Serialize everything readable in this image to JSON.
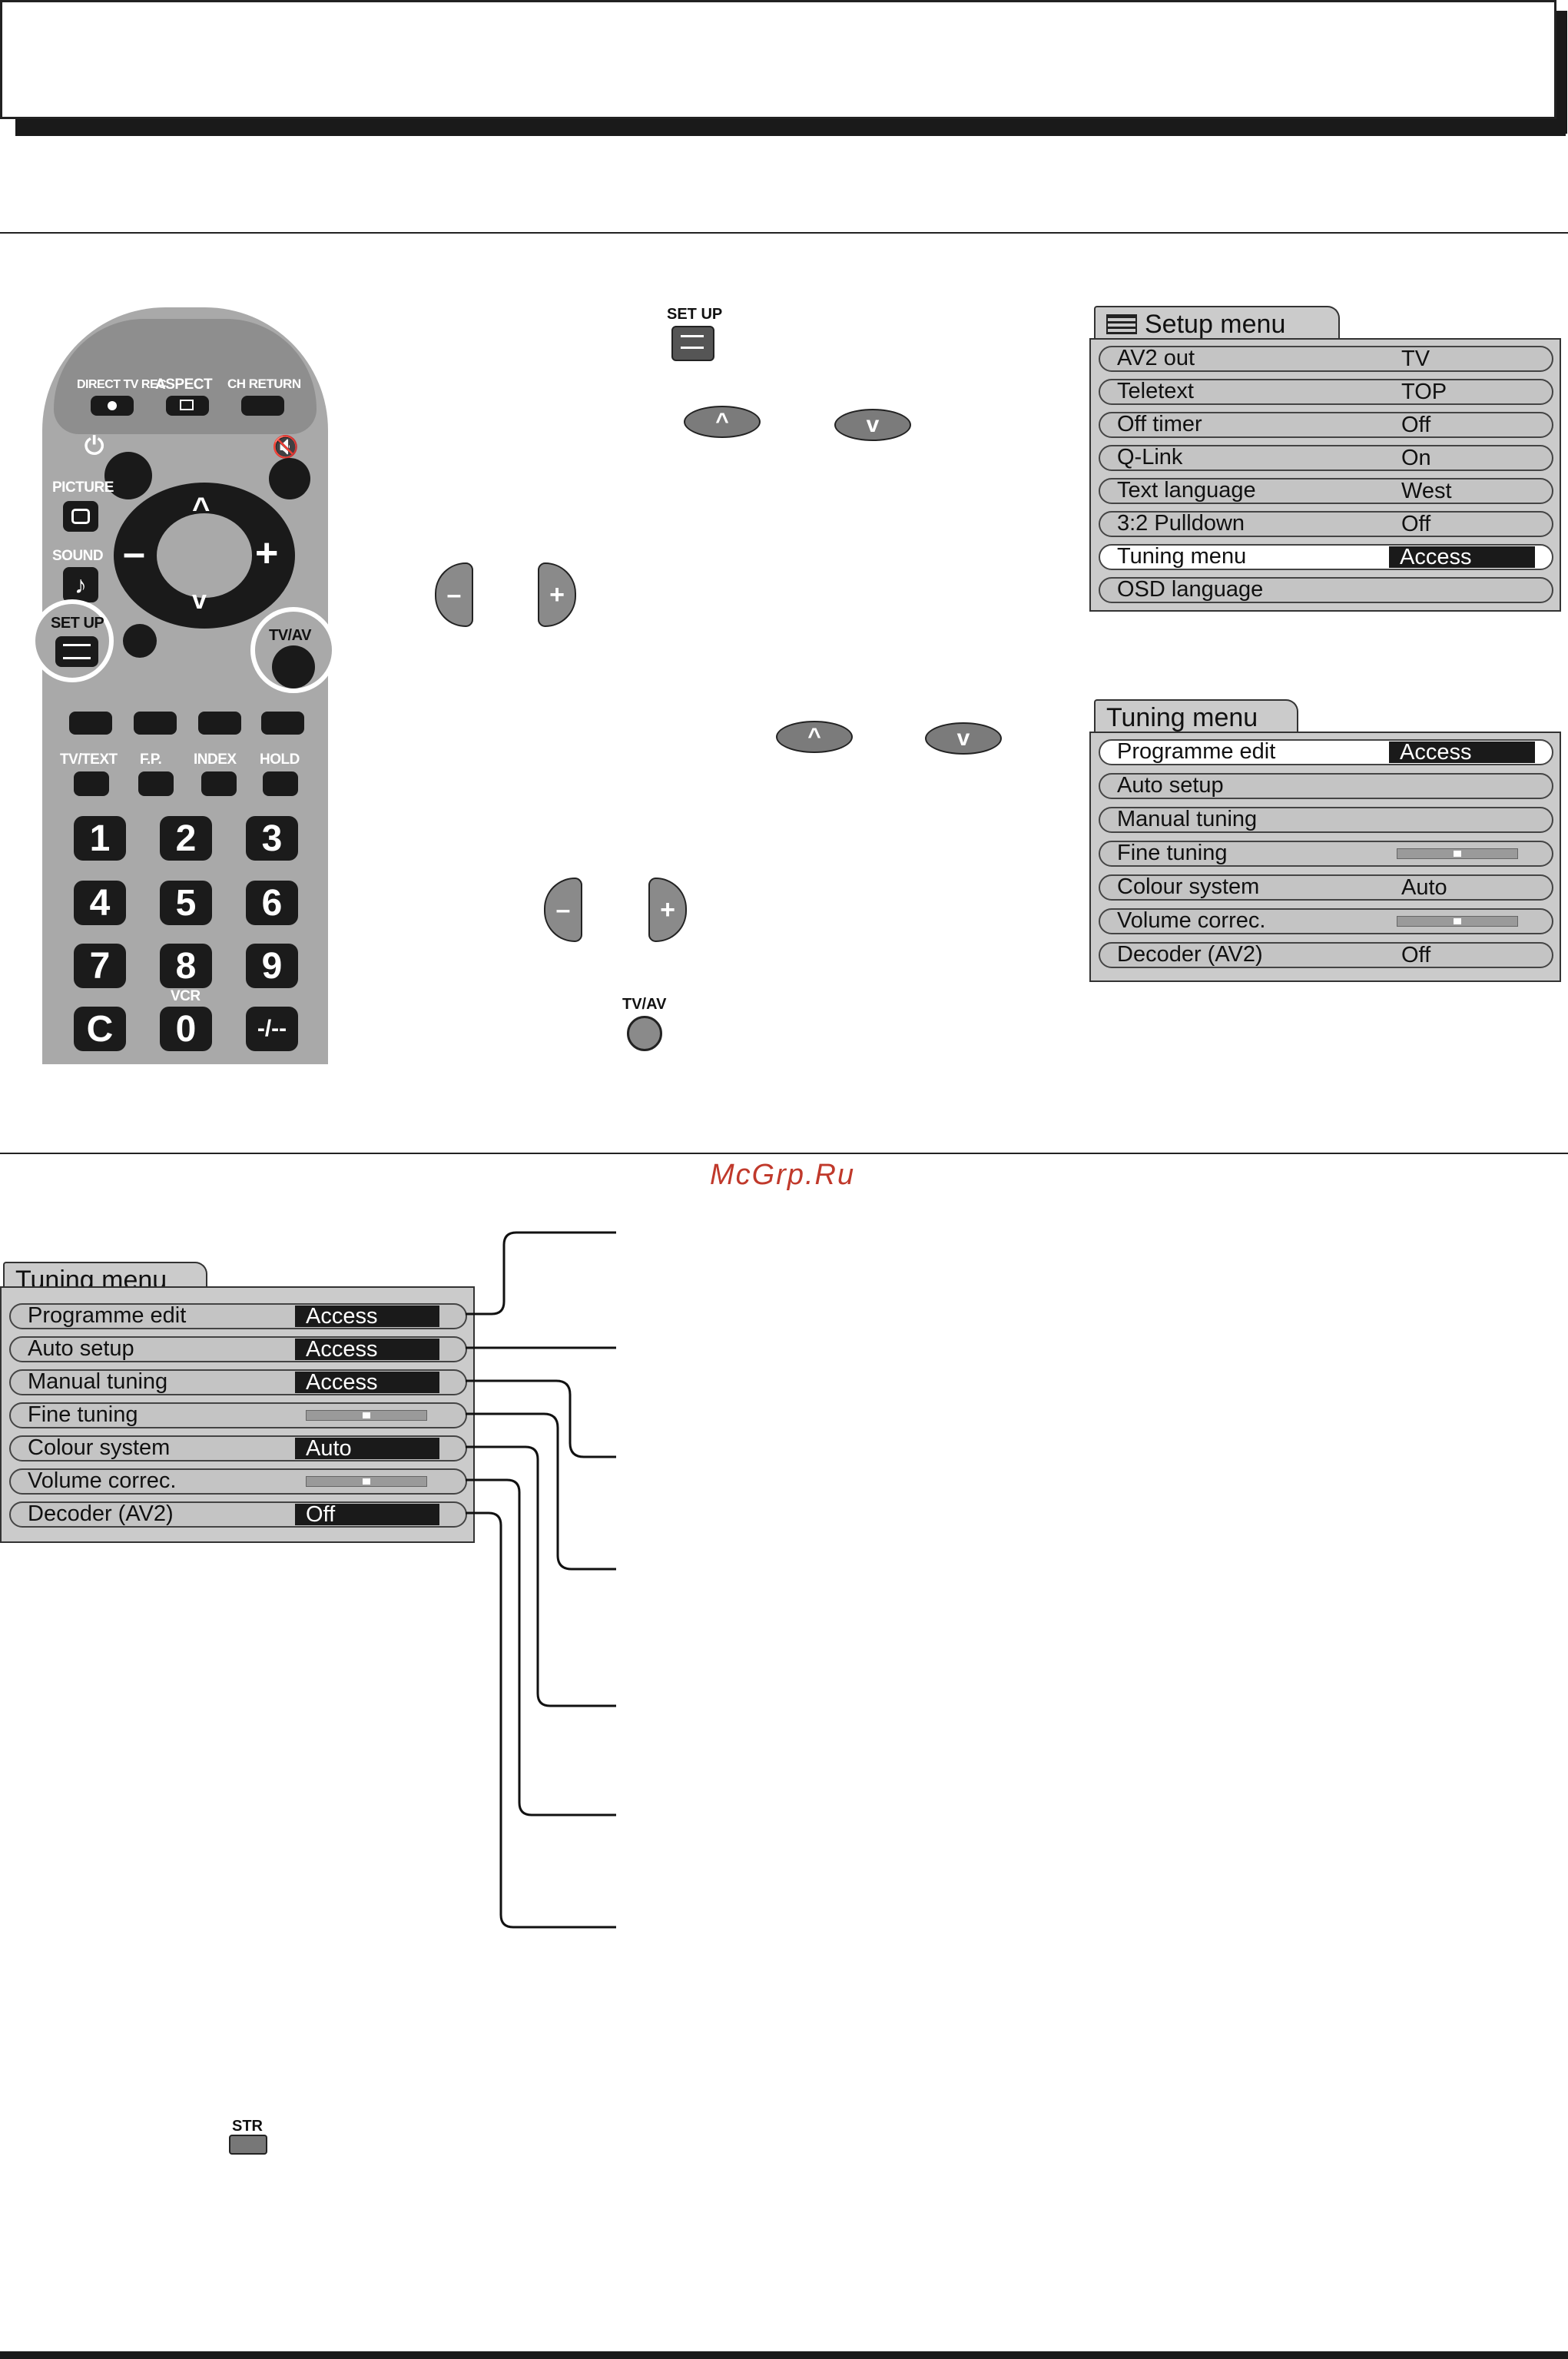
{
  "remote": {
    "direct_tv_rec": "DIRECT TV REC",
    "aspect": "ASPECT",
    "ch_return": "CH RETURN",
    "picture": "PICTURE",
    "sound": "SOUND",
    "setup": "SET UP",
    "tvav": "TV/AV",
    "tvtext": "TV/TEXT",
    "fp": "F.P.",
    "index": "INDEX",
    "hold": "HOLD",
    "vcr": "VCR",
    "numbers": [
      "1",
      "2",
      "3",
      "4",
      "5",
      "6",
      "7",
      "8",
      "9",
      "C",
      "0",
      "-/--"
    ]
  },
  "illustrations": {
    "setup_label": "SET UP",
    "tvav_label": "TV/AV",
    "str_label": "STR"
  },
  "setup_menu": {
    "title": "Setup menu",
    "rows": [
      {
        "label": "AV2 out",
        "value": "TV"
      },
      {
        "label": "Teletext",
        "value": "TOP"
      },
      {
        "label": "Off timer",
        "value": "Off"
      },
      {
        "label": "Q-Link",
        "value": "On"
      },
      {
        "label": "Text language",
        "value": "West"
      },
      {
        "label": "3:2 Pulldown",
        "value": "Off"
      },
      {
        "label": "Tuning menu",
        "value": "Access",
        "selected": true
      },
      {
        "label": "OSD language",
        "value": ""
      }
    ]
  },
  "tuning_menu_1": {
    "title": "Tuning menu",
    "rows": [
      {
        "label": "Programme edit",
        "value": "Access",
        "selected": true
      },
      {
        "label": "Auto setup",
        "value": ""
      },
      {
        "label": "Manual tuning",
        "value": ""
      },
      {
        "label": "Fine tuning",
        "value": "",
        "slider": 0.5
      },
      {
        "label": "Colour system",
        "value": "Auto"
      },
      {
        "label": "Volume correc.",
        "value": "",
        "slider": 0.5
      },
      {
        "label": "Decoder (AV2)",
        "value": "Off"
      }
    ]
  },
  "tuning_menu_2": {
    "title": "Tuning menu",
    "rows": [
      {
        "label": "Programme edit",
        "value": "Access"
      },
      {
        "label": "Auto setup",
        "value": "Access"
      },
      {
        "label": "Manual tuning",
        "value": "Access"
      },
      {
        "label": "Fine tuning",
        "value": "",
        "slider": 0.5
      },
      {
        "label": "Colour system",
        "value": "Auto"
      },
      {
        "label": "Volume correc.",
        "value": "",
        "slider": 0.5
      },
      {
        "label": "Decoder (AV2)",
        "value": "Off"
      }
    ]
  },
  "watermark": "McGrp.Ru",
  "colors": {
    "osd_bg": "#cbcbcb",
    "remote": "#a9a9a9",
    "watermark": "#c0392b"
  }
}
